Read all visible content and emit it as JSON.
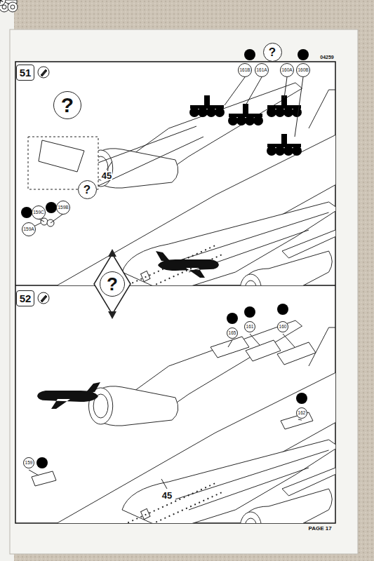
{
  "diagram": {
    "nodes": [
      {
        "text": [
          "51"
        ]
      },
      {
        "text": [
          "?"
        ]
      },
      {
        "text": [
          "161B"
        ]
      },
      {
        "text": [
          "161A"
        ]
      },
      {
        "text": [
          "?"
        ]
      },
      {
        "text": [
          "160A"
        ]
      },
      {
        "text": [
          "160B"
        ]
      },
      {
        "text": [
          "?"
        ]
      },
      {
        "text": [
          "159C"
        ]
      },
      {
        "text": [
          "159B"
        ]
      },
      {
        "text": [
          "159A"
        ]
      },
      {
        "text": [
          "?"
        ]
      },
      {
        "text": [
          "52"
        ]
      },
      {
        "text": [
          "165"
        ]
      },
      {
        "text": [
          "161"
        ]
      },
      {
        "text": [
          "160"
        ]
      },
      {
        "text": [
          "162"
        ]
      },
      {
        "text": [
          "159"
        ]
      }
    ],
    "labels": [
      "04259",
      "45",
      "45",
      "PAGE 17"
    ]
  }
}
